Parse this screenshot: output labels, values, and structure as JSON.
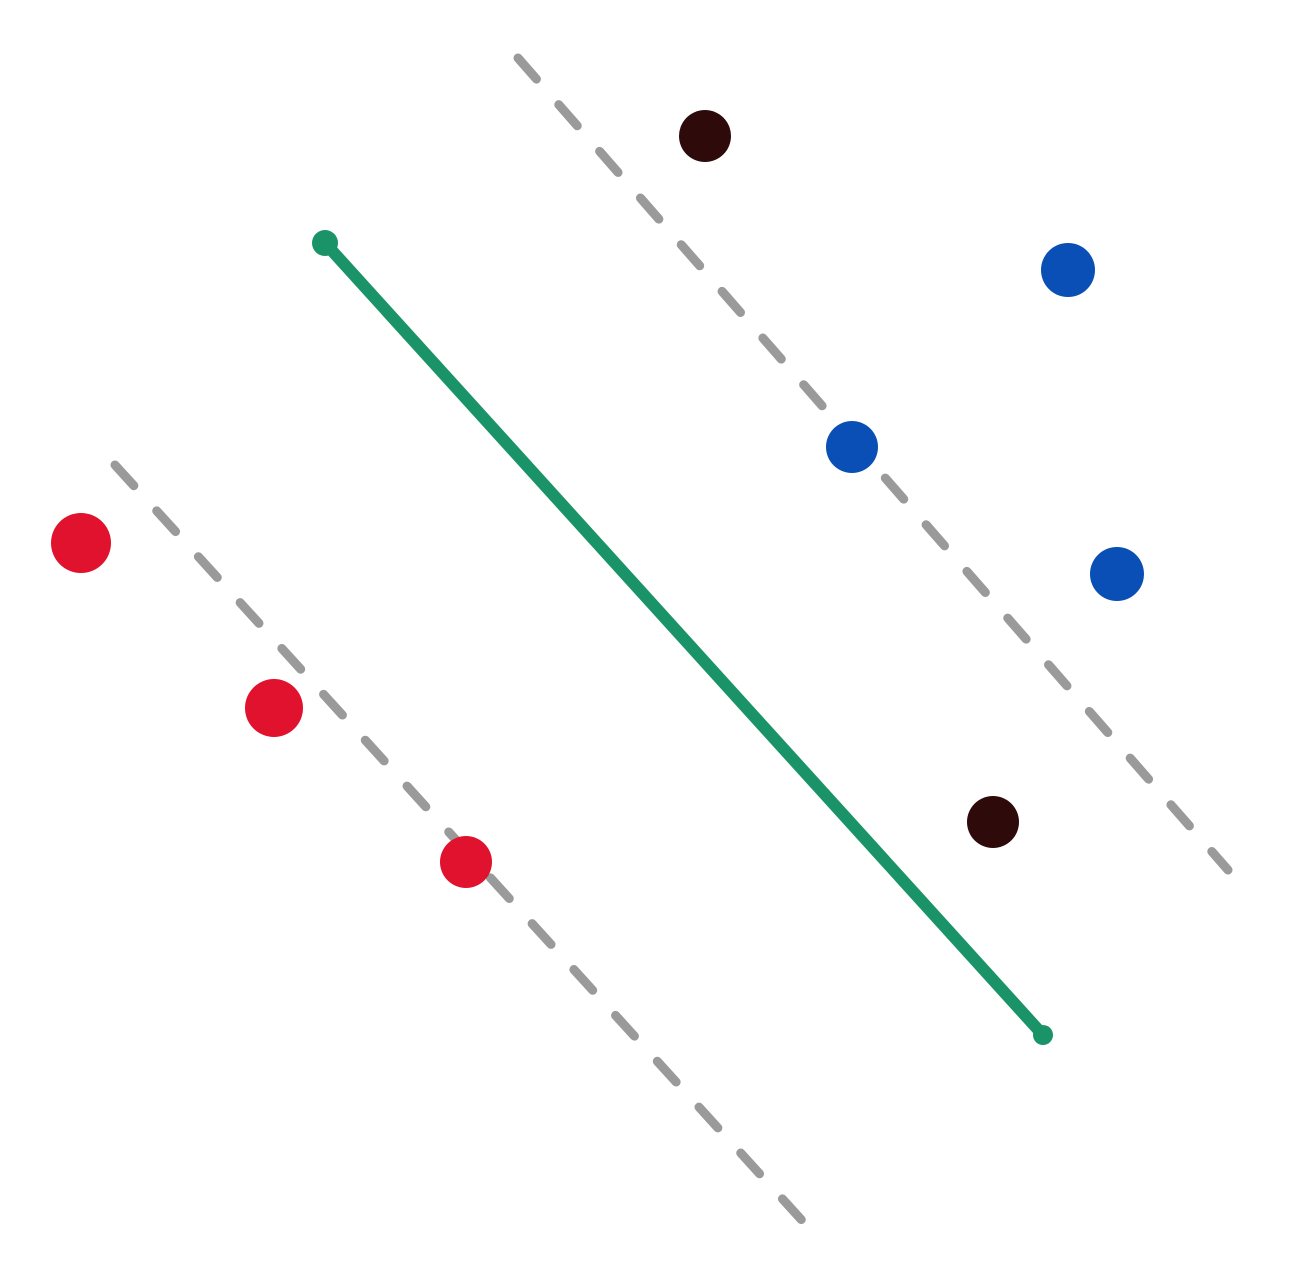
{
  "colors": {
    "background": "#ffffff",
    "decision_boundary": "#1a9368",
    "margin": "#9a9a9a",
    "class_a": "#e0122e",
    "class_b": "#0a4fb5",
    "misclassified": "#2e0a0a"
  },
  "diagram": {
    "kind": "separating-hyperplane-with-margins",
    "decision_boundary": {
      "style": "solid",
      "color_key": "decision_boundary"
    },
    "margins": [
      {
        "side": "upper-right",
        "style": "dashed",
        "color_key": "margin"
      },
      {
        "side": "lower-left",
        "style": "dashed",
        "color_key": "margin"
      }
    ],
    "points": [
      {
        "group": "class_b",
        "count": 3,
        "color_key": "class_b"
      },
      {
        "group": "class_a",
        "count": 3,
        "color_key": "class_a"
      },
      {
        "group": "misclassified",
        "count": 2,
        "color_key": "misclassified"
      }
    ]
  }
}
